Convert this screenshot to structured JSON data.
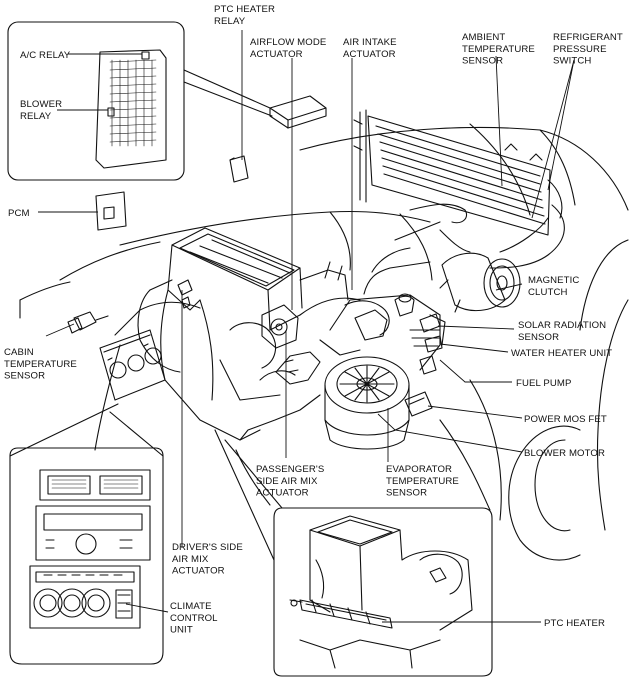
{
  "labels": {
    "ptc_heater_relay": [
      "PTC HEATER",
      "RELAY"
    ],
    "airflow_mode_actuator": [
      "AIRFLOW MODE",
      "ACTUATOR"
    ],
    "air_intake_actuator": [
      "AIR INTAKE",
      "ACTUATOR"
    ],
    "ambient_temperature_sensor": [
      "AMBIENT",
      "TEMPERATURE",
      "SENSOR"
    ],
    "refrigerant_pressure_switch": [
      "REFRIGERANT",
      "PRESSURE",
      "SWITCH"
    ],
    "ac_relay": [
      "A/C RELAY"
    ],
    "blower_relay": [
      "BLOWER",
      "RELAY"
    ],
    "pcm": [
      "PCM"
    ],
    "magnetic_clutch": [
      "MAGNETIC",
      "CLUTCH"
    ],
    "solar_radiation_sensor": [
      "SOLAR RADIATION",
      "SENSOR"
    ],
    "water_heater_unit": [
      "WATER HEATER UNIT"
    ],
    "fuel_pump": [
      "FUEL PUMP"
    ],
    "power_mos_fet": [
      "POWER MOS FET"
    ],
    "blower_motor": [
      "BLOWER MOTOR"
    ],
    "cabin_temperature_sensor": [
      "CABIN",
      "TEMPERATURE",
      "SENSOR"
    ],
    "passengers_side_air_mix_actuator": [
      "PASSENGER'S",
      "SIDE AIR MIX",
      "ACTUATOR"
    ],
    "evaporator_temperature_sensor": [
      "EVAPORATOR",
      "TEMPERATURE",
      "SENSOR"
    ],
    "drivers_side_air_mix_actuator": [
      "DRIVER'S SIDE",
      "AIR MIX",
      "ACTUATOR"
    ],
    "climate_control_unit": [
      "CLIMATE",
      "CONTROL",
      "UNIT"
    ],
    "ptc_heater": [
      "PTC HEATER"
    ]
  }
}
